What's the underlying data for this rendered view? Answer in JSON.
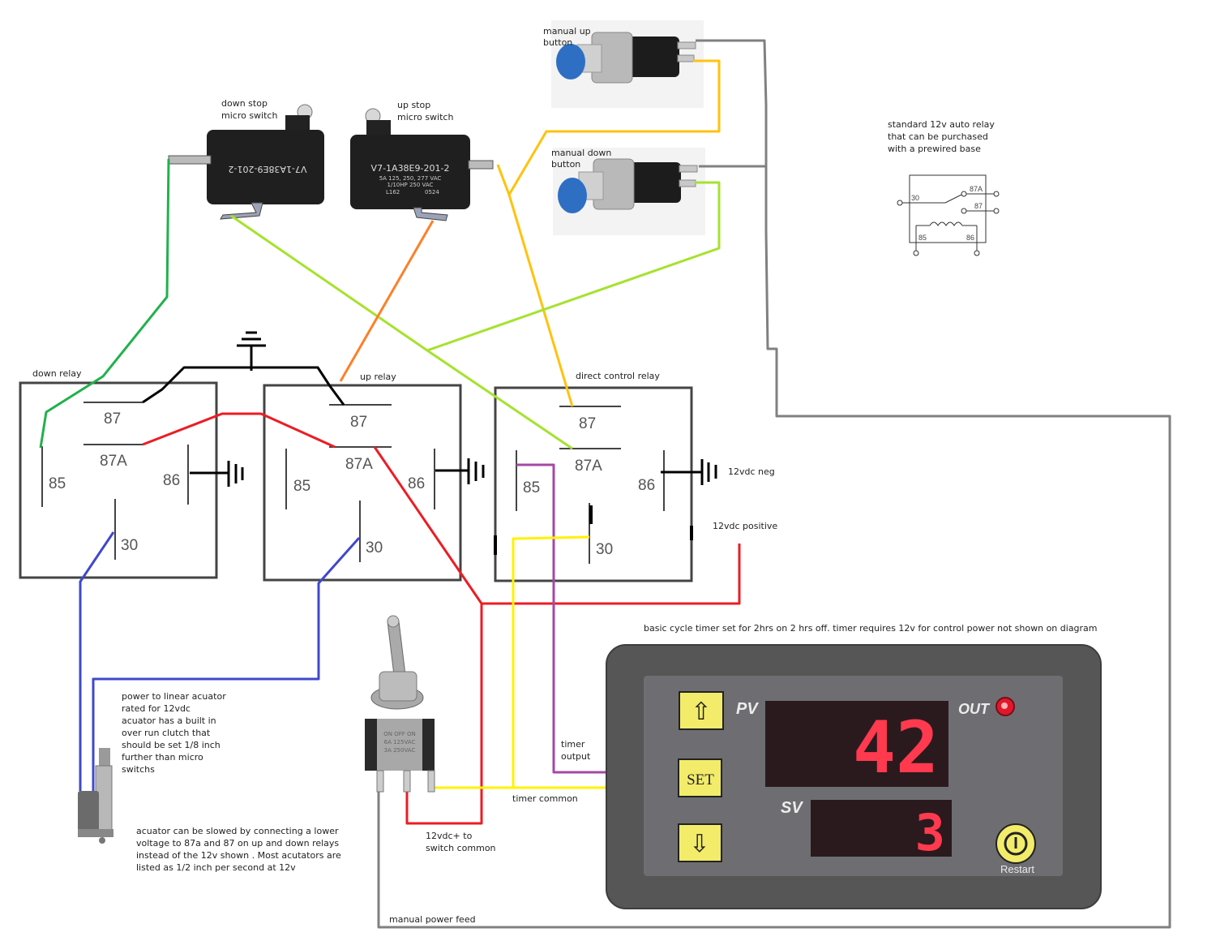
{
  "labels": {
    "manual_up_button": [
      "manual up",
      "button"
    ],
    "manual_down_button": [
      "manual down",
      "button"
    ],
    "down_stop_switch": [
      "down stop",
      "micro switch"
    ],
    "up_stop_switch": [
      "up stop",
      "micro switch"
    ],
    "standard_relay_note": [
      "standard 12v auto relay",
      "that can be purchased",
      "with a prewired base"
    ],
    "down_relay": "down relay",
    "up_relay": "up relay",
    "direct_control_relay": "direct control relay",
    "neg": "12vdc neg",
    "pos": "12vdc positive",
    "timer_note": "basic cycle timer set for 2hrs on 2 hrs off.  timer requires 12v for control power not shown on diagram",
    "actuator_note": [
      "power to linear acuator",
      "rated for 12vdc",
      "acuator has a built in",
      "over run clutch that",
      "should be set 1/8 inch",
      "further than micro",
      "switchs"
    ],
    "slow_note": [
      "acuator can be slowed by connecting a lower",
      "voltage to 87a and 87 on up and down relays",
      "instead of the 12v shown . Most acutators are",
      "listed as 1/2 inch per second at 12v"
    ],
    "timer_output": [
      "timer",
      "output"
    ],
    "timer_common": "timer common",
    "switch_common": [
      "12vdc+ to",
      "switch common"
    ],
    "manual_power_feed": "manual power feed"
  },
  "relay_pins": {
    "p87": "87",
    "p87a": "87A",
    "p85": "85",
    "p86": "86",
    "p30": "30"
  },
  "schematic_pins": {
    "p30": "30",
    "p87a": "87A",
    "p87": "87",
    "p85": "85",
    "p86": "86"
  },
  "micro_switch_text": {
    "model": "V7-1A38E9-201-2",
    "rating1": "5A 125, 250, 277 VAC",
    "rating2": "1/10HP 250 VAC",
    "code1": "L162",
    "code2": "0524"
  },
  "toggle_switch_text": [
    "ON OFF ON",
    "6A 125VAC",
    "3A 250VAC"
  ],
  "timer": {
    "pv_label": "PV",
    "sv_label": "SV",
    "out_label": "OUT",
    "pv_value": "42",
    "sv_value": "3",
    "set_label": "SET",
    "restart_label": "Restart",
    "up_icon": "⇧",
    "down_icon": "⇩"
  },
  "colors": {
    "gray_wire": "#808080",
    "yellow_orange_wire": "#ffc20e",
    "lime_wire": "#a6e22e",
    "green_wire": "#22b14c",
    "orange_wire": "#ff7f27",
    "red_wire": "#ed1c24",
    "blue_wire": "#3f48cc",
    "purple_wire": "#a349a4",
    "yellow_wire": "#fff200",
    "black_wire": "#000000"
  }
}
